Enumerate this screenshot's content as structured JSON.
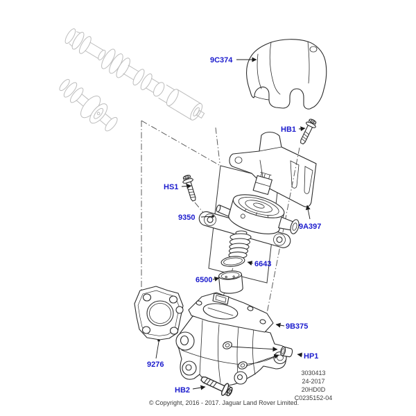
{
  "diagram": {
    "part_labels": {
      "cover": "9C374",
      "bracket_bolt": "HB1",
      "pump_bolt": "HS1",
      "pump": "9350",
      "bracket": "9A397",
      "seal": "6643",
      "tappet": "6500",
      "housing": "9B375",
      "plug": "HP1",
      "gasket": "9276",
      "housing_bolt": "HB2"
    },
    "reference_block": {
      "lines": [
        "3030413",
        "24-2017",
        "20HD0D",
        "C0235152-04"
      ]
    },
    "copyright": "© Copyright, 2016 - 2017. Jaguar Land Rover Limited.",
    "colors": {
      "label": "#1a1acd",
      "line": "#2b2b2b",
      "ghost": "#bcbcbc",
      "footer_text": "#3a3a3a"
    }
  }
}
